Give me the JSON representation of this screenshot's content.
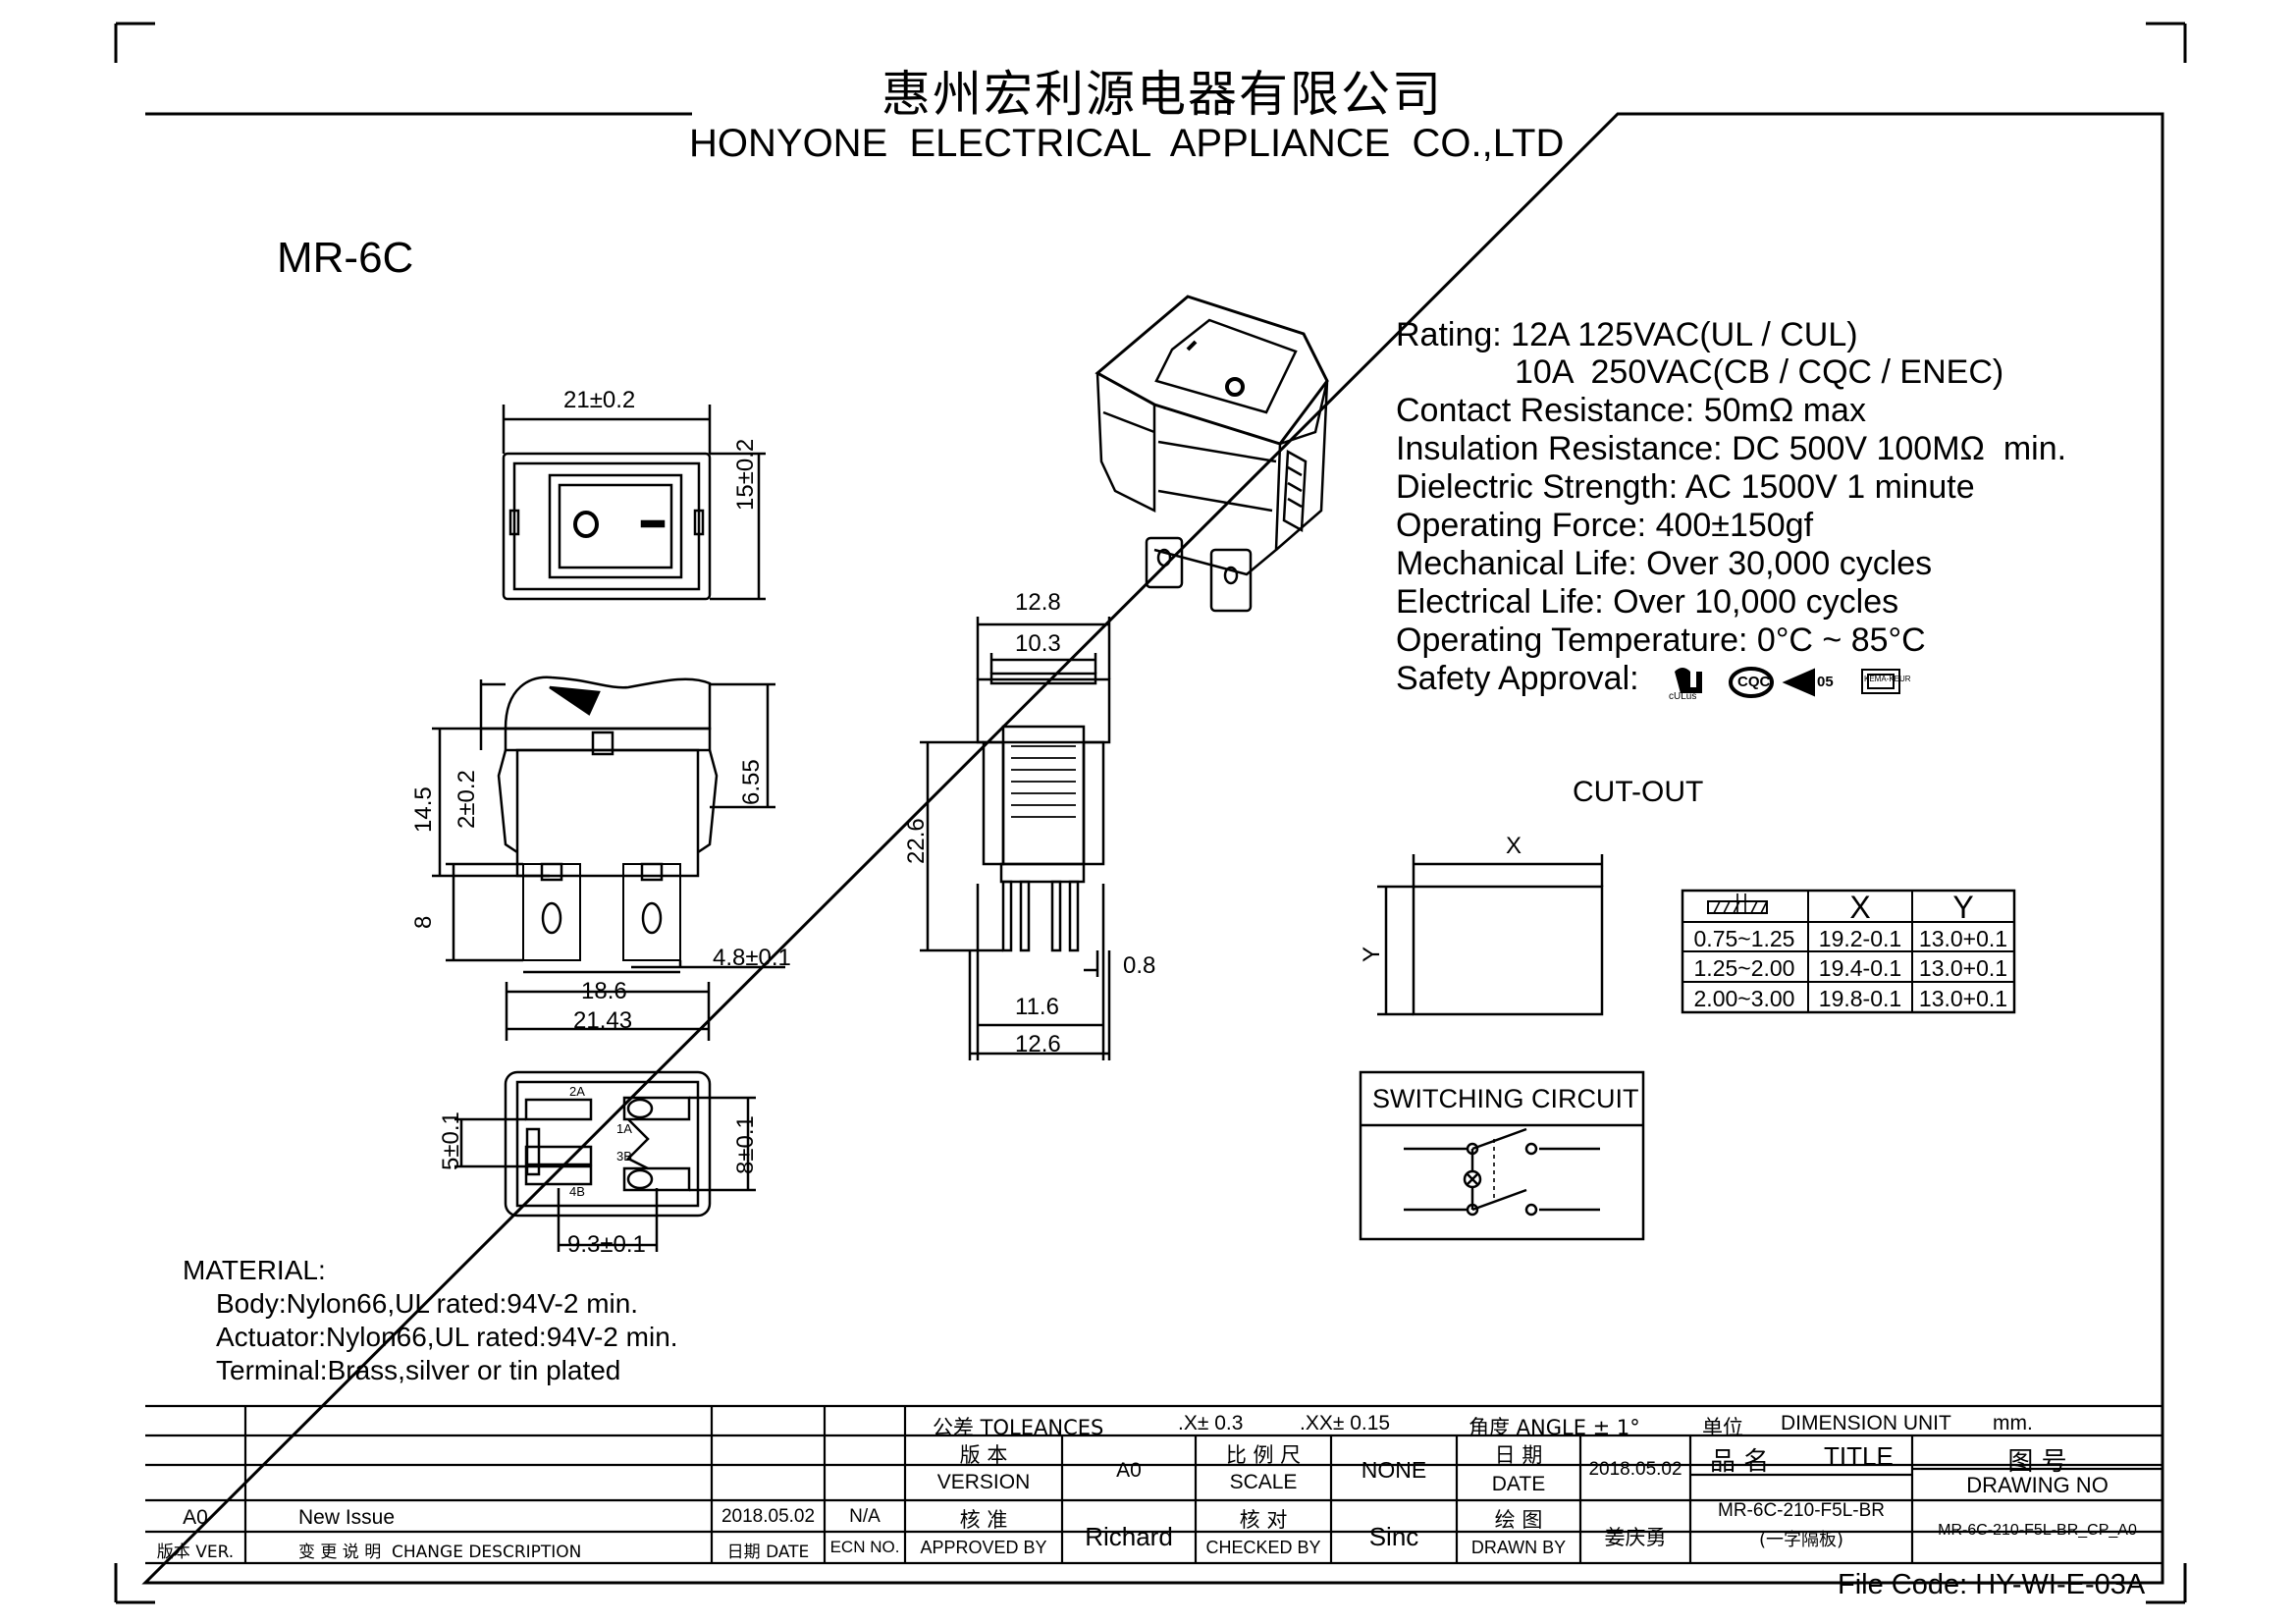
{
  "company": {
    "name_cn": "惠州宏利源电器有限公司",
    "name_en": "HONYONE  ELECTRICAL  APPLIANCE  CO.,LTD"
  },
  "model": "MR-6C",
  "specs": [
    "Rating: 12A 125VAC(UL / CUL)",
    "10A  250VAC(CB / CQC / ENEC)",
    "Contact Resistance: 50mΩ max",
    "Insulation Resistance: DC 500V 100MΩ  min.",
    "Dielectric Strength: AC 1500V 1 minute",
    "Operating Force: 400±150gf",
    "Mechanical Life: Over 30,000 cycles",
    "Electrical Life: Over 10,000 cycles",
    "Operating Temperature: 0°C ~ 85°C",
    "Safety Approval:"
  ],
  "approval_marks": [
    "cULus",
    "CQC",
    "05",
    "KEMA-KEUR"
  ],
  "dimensions": {
    "top_width": "21±0.2",
    "top_height": "15±0.2",
    "front_h1": "14.5",
    "front_h2": "2±0.2",
    "front_h3": "6.55",
    "front_h4": "8",
    "front_w1": "18.6",
    "front_w2": "21.43",
    "front_tab": "4.8±0.1",
    "side_w1": "12.8",
    "side_w2": "10.3",
    "side_h": "22.6",
    "side_pin": "0.8",
    "side_w3": "11.6",
    "side_w4": "12.6",
    "bottom_h1": "5±0.1",
    "bottom_h2": "8±0.1",
    "bottom_w": "9.3±0.1",
    "term_2a": "2A",
    "term_1a": "1A",
    "term_3b": "3B",
    "term_4b": "4B"
  },
  "cutout": {
    "title": "CUT-OUT",
    "x_label": "X",
    "y_label": "Y",
    "table": {
      "headers": [
        "",
        "X",
        "Y"
      ],
      "rows": [
        [
          "0.75~1.25",
          "19.2-0.1",
          "13.0+0.1"
        ],
        [
          "1.25~2.00",
          "19.4-0.1",
          "13.0+0.1"
        ],
        [
          "2.00~3.00",
          "19.8-0.1",
          "13.0+0.1"
        ]
      ]
    }
  },
  "switching_circuit": {
    "title": "SWITCHING CIRCUIT"
  },
  "material": {
    "title": "MATERIAL:",
    "lines": [
      "Body:Nylon66,UL rated:94V-2 min.",
      "Actuator:Nylon66,UL rated:94V-2 min.",
      "Terminal:Brass,silver or tin plated"
    ]
  },
  "title_block": {
    "tol_label": "公差 TOLEANCES",
    "tol_x": ".X± 0.3",
    "tol_xx": ".XX± 0.15",
    "tol_angle": "角度 ANGLE ± 1°",
    "unit_cn": "单位",
    "unit_en": "DIMENSION UNIT",
    "unit_val": "mm.",
    "version_cn": "版 本",
    "version_en": "VERSION",
    "version_val": "A0",
    "scale_cn": "比 例 尺",
    "scale_en": "SCALE",
    "scale_val": "NONE",
    "date_cn": "日 期",
    "date_en": "DATE",
    "date_val": "2018.05.02",
    "title_cn": "品 名",
    "title_en": "TITLE",
    "title_val": "MR-6C-210-F5L-BR",
    "title_sub": "(一字隔板)",
    "drawing_cn": "图 号",
    "drawing_en": "DRAWING NO",
    "drawing_val": "MR-6C-210-F5L-BR_CP_A0",
    "approved_cn": "核 准",
    "approved_en": "APPROVED BY",
    "approved_val": "Richard",
    "checked_cn": "核 对",
    "checked_en": "CHECKED BY",
    "checked_val": "Sinc",
    "drawn_cn": "绘 图",
    "drawn_en": "DRAWN BY",
    "drawn_val": "姜庆勇",
    "rev_ver": "A0",
    "rev_desc": "New Issue",
    "rev_date": "2018.05.02",
    "rev_ecn": "N/A",
    "hdr_ver": "版本 VER.",
    "hdr_desc": "变 更 说 明  CHANGE DESCRIPTION",
    "hdr_date": "日期 DATE",
    "hdr_ecn": "ECN NO."
  },
  "file_code": "File Code: HY-WI-E-03A"
}
